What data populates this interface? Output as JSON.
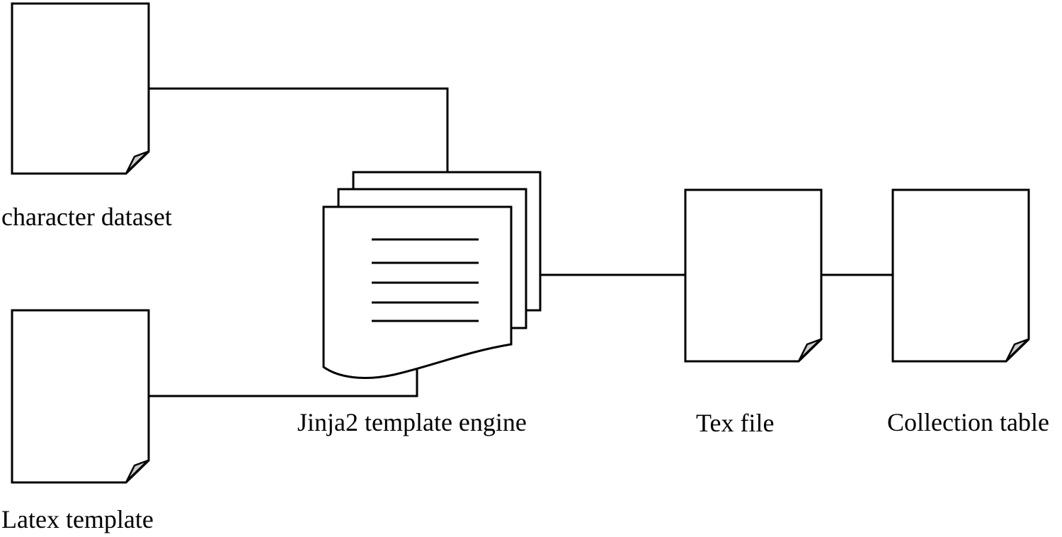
{
  "diagram": {
    "type": "flow-diagram",
    "description": "Pipeline from character dataset and Latex template through Jinja2 template engine to Tex file and Collection table",
    "colors": {
      "background": "#ffffff",
      "stroke": "#000000",
      "node_fill": "#ffffff",
      "fold_fill": "#cccccc"
    },
    "nodes": {
      "character_dataset": {
        "label": "character dataset",
        "shape": "document"
      },
      "latex_template": {
        "label": "Latex template",
        "shape": "document"
      },
      "jinja2_engine": {
        "label": "Jinja2 template engine",
        "shape": "multidocument"
      },
      "tex_file": {
        "label": "Tex file",
        "shape": "document"
      },
      "collection_table": {
        "label": "Collection table",
        "shape": "document"
      }
    },
    "edges": [
      {
        "from": "character dataset",
        "to": "Jinja2 template engine"
      },
      {
        "from": "Latex template",
        "to": "Jinja2 template engine"
      },
      {
        "from": "Jinja2 template engine",
        "to": "Tex file"
      },
      {
        "from": "Tex file",
        "to": "Collection table"
      }
    ]
  }
}
